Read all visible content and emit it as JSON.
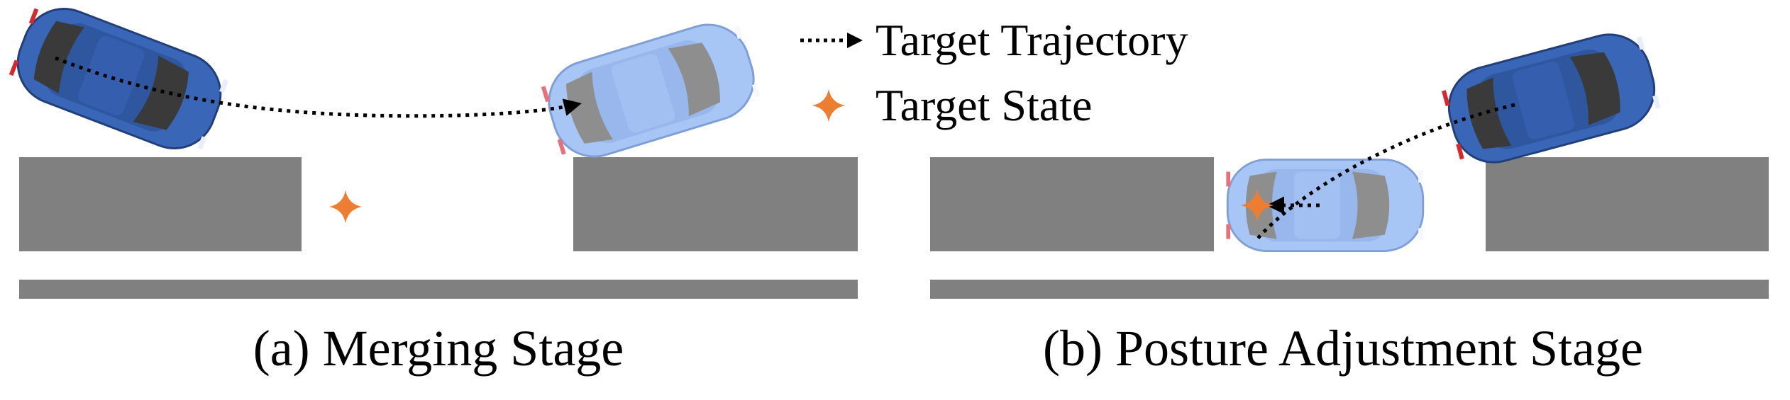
{
  "legend": {
    "trajectory_label": "Target Trajectory",
    "target_state_label": "Target State",
    "trajectory_icon": "dotted-arrow-icon",
    "target_state_icon": "orange-star-icon"
  },
  "panels": [
    {
      "caption": "(a) Merging Stage"
    },
    {
      "caption": "(b) Posture Adjustment Stage"
    }
  ],
  "colors": {
    "curb": "#808080",
    "car_dark_body": "#3a66b8",
    "car_dark_roof": "#2f579f",
    "car_light_body": "#a8c6f5",
    "car_light_roof": "#98b7ec",
    "window_dark": "#3a3a3a",
    "window_light": "#8e8e8e",
    "trajectory": "#000000",
    "target_state": "#ed7d31"
  }
}
